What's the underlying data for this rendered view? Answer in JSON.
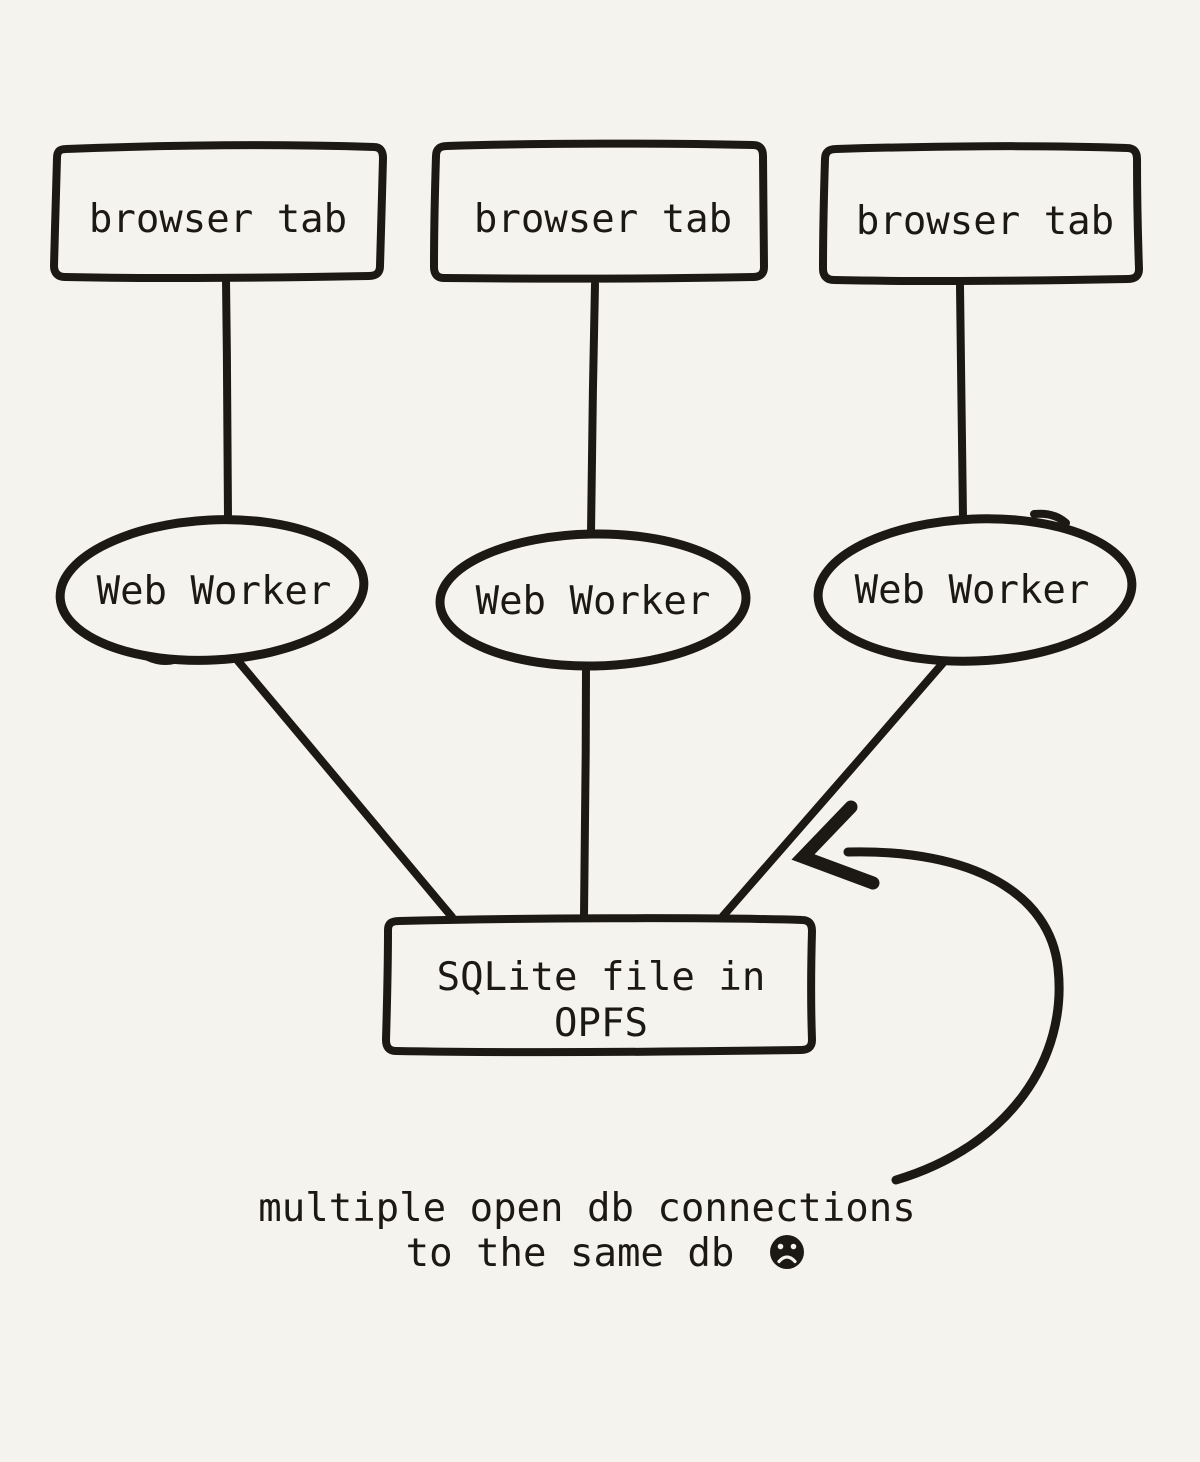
{
  "page": {
    "background_color": "#f5f3ee",
    "ink_color": "#1c1915",
    "style": "hand-drawn-diagram"
  },
  "diagram": {
    "browser_tabs": [
      "browser tab",
      "browser tab",
      "browser tab"
    ],
    "web_workers": [
      "Web Worker",
      "Web Worker",
      "Web Worker"
    ],
    "sqlite_box": {
      "line1": "SQLite file in",
      "line2": "OPFS"
    },
    "connections": [
      {
        "from": "browser-tab-1",
        "to": "web-worker-1"
      },
      {
        "from": "browser-tab-2",
        "to": "web-worker-2"
      },
      {
        "from": "browser-tab-3",
        "to": "web-worker-3"
      },
      {
        "from": "web-worker-1",
        "to": "sqlite-file-in-opfs"
      },
      {
        "from": "web-worker-2",
        "to": "sqlite-file-in-opfs"
      },
      {
        "from": "web-worker-3",
        "to": "sqlite-file-in-opfs"
      }
    ],
    "annotation": {
      "line1": "multiple open db connections",
      "line2": "to the same db",
      "emoji": "frowning-face",
      "arrow_points_to": "connection between web-worker-3 and sqlite-file-in-opfs"
    }
  }
}
